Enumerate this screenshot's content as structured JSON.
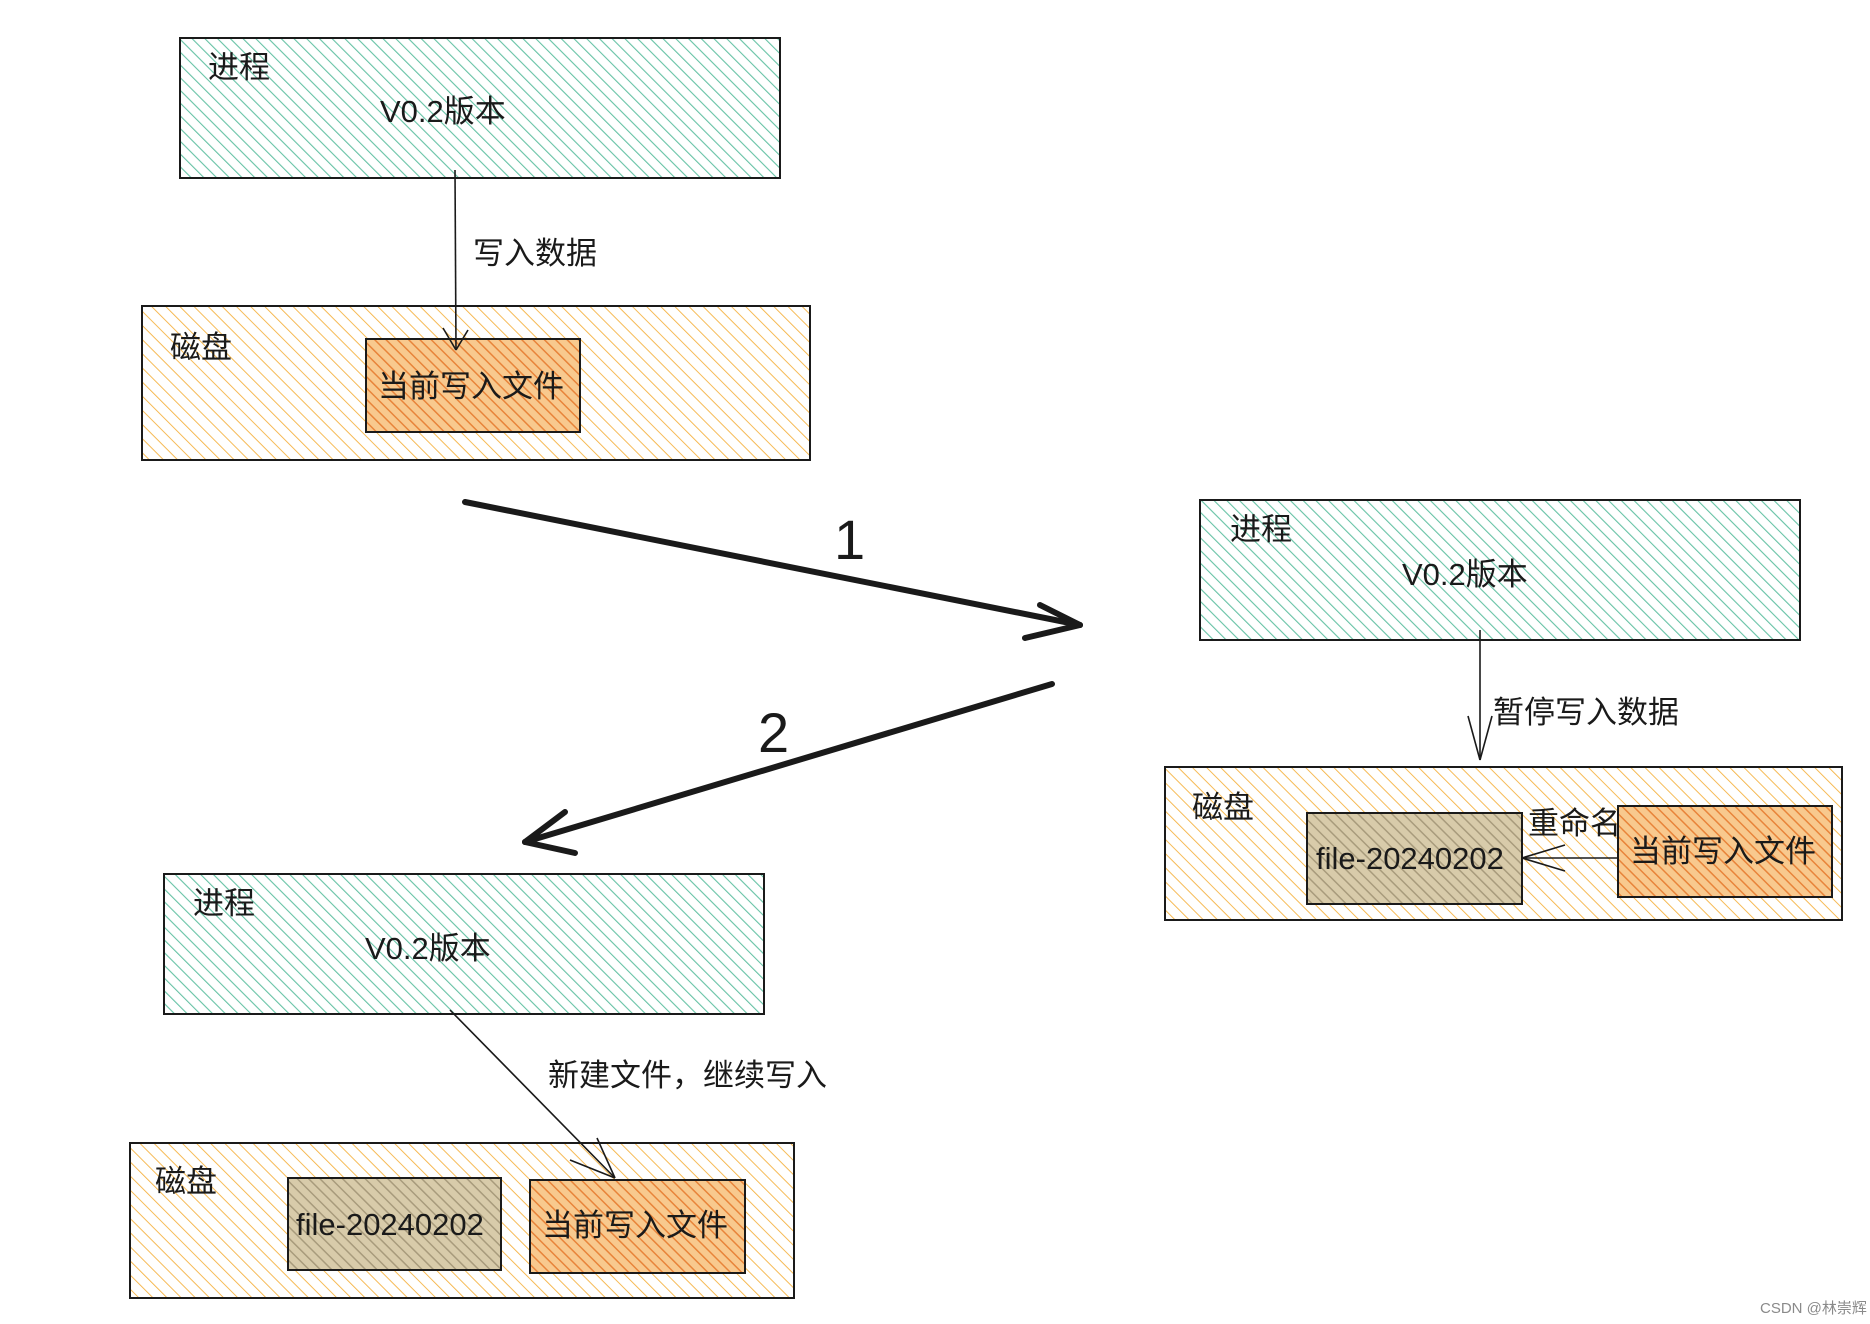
{
  "colors": {
    "process_fill": "#66c2a5",
    "disk_fill": "#f5b342",
    "current_file_fill": "#ee8f3f",
    "archived_file_fill": "#b8aa8a",
    "ink": "#1a1a1a"
  },
  "state_initial": {
    "process": {
      "title": "进程",
      "version": "V0.2版本"
    },
    "edge_label": "写入数据",
    "disk": {
      "title": "磁盘",
      "current_file": "当前写入文件"
    }
  },
  "state_rotating": {
    "process": {
      "title": "进程",
      "version": "V0.2版本"
    },
    "edge_label": "暂停写入数据",
    "disk": {
      "title": "磁盘",
      "archived_file": "file-20240202",
      "rename_label": "重命名",
      "current_file": "当前写入文件"
    }
  },
  "state_resumed": {
    "process": {
      "title": "进程",
      "version": "V0.2版本"
    },
    "edge_label": "新建文件，继续写入",
    "disk": {
      "title": "磁盘",
      "archived_file": "file-20240202",
      "current_file": "当前写入文件"
    }
  },
  "steps": [
    "1",
    "2"
  ],
  "watermark": "CSDN @林崇辉"
}
